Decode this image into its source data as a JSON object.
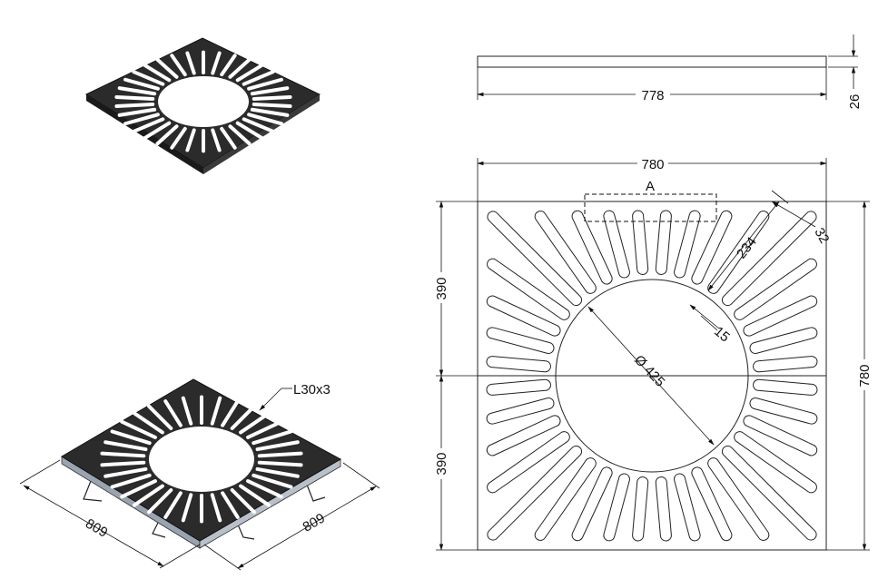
{
  "dimensions": {
    "side_length": "778",
    "side_thickness": "26",
    "plan_width": "780",
    "plan_height": "780",
    "half_upper": "390",
    "half_lower": "390",
    "slot_length": "234",
    "slot_pitch": "32",
    "slot_width": "15",
    "hole_diameter": "Ø 425",
    "detail_label": "A"
  },
  "frame_view": {
    "profile": "L30x3",
    "width_left": "809",
    "width_right": "809"
  },
  "colors": {
    "grate_fill": "#2b2b2b",
    "frame_edge": "#9aa3b0",
    "line": "#111111"
  }
}
